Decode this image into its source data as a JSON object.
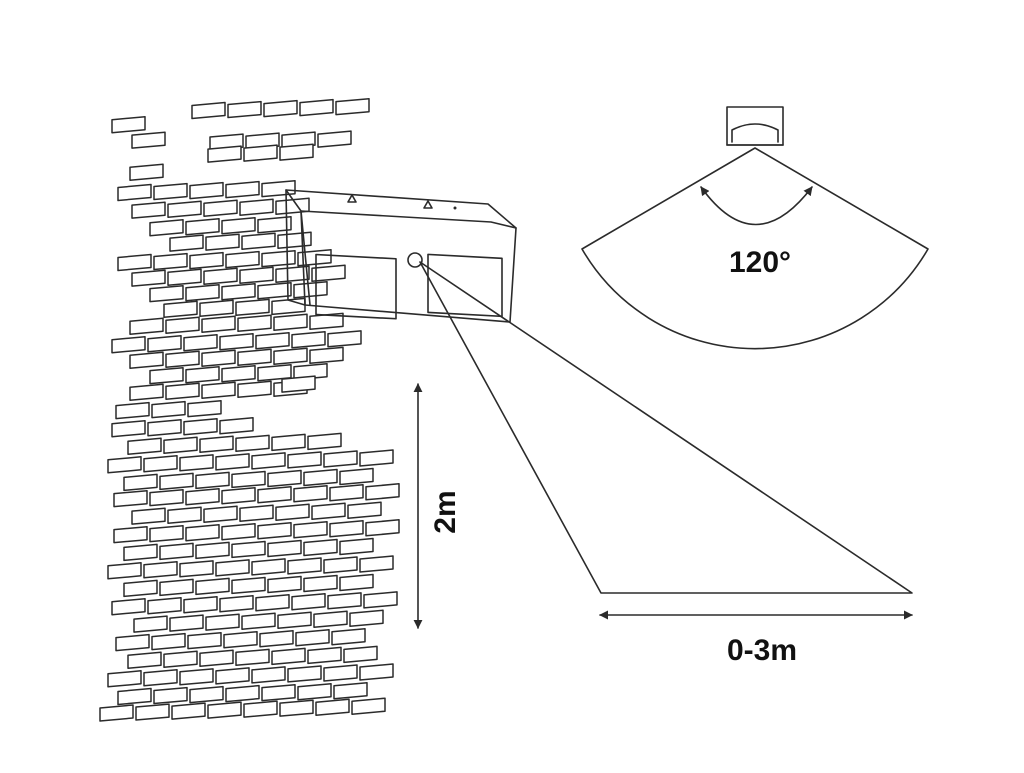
{
  "labels": {
    "angle": "120°",
    "height": "2m",
    "range": "0-3m"
  }
}
